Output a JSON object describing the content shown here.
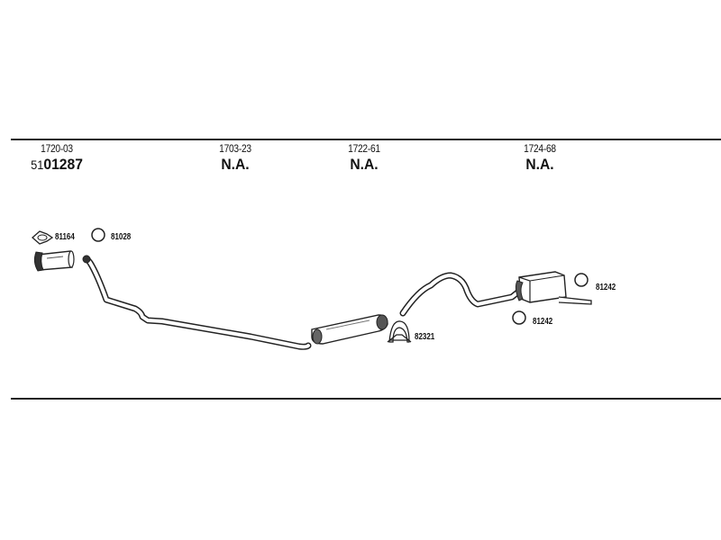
{
  "sections": [
    {
      "code": "1720-03",
      "part_prefix": "51",
      "part_main": "01287"
    },
    {
      "code": "1703-23",
      "part_prefix": "",
      "part_main": "N.A."
    },
    {
      "code": "1722-61",
      "part_prefix": "",
      "part_main": "N.A."
    },
    {
      "code": "1724-68",
      "part_prefix": "",
      "part_main": "N.A."
    }
  ],
  "components": {
    "gasket_front": "81164",
    "ring_front": "81028",
    "clamp_middle": "82321",
    "ring_rear_upper": "81242",
    "ring_rear_lower": "81242"
  }
}
